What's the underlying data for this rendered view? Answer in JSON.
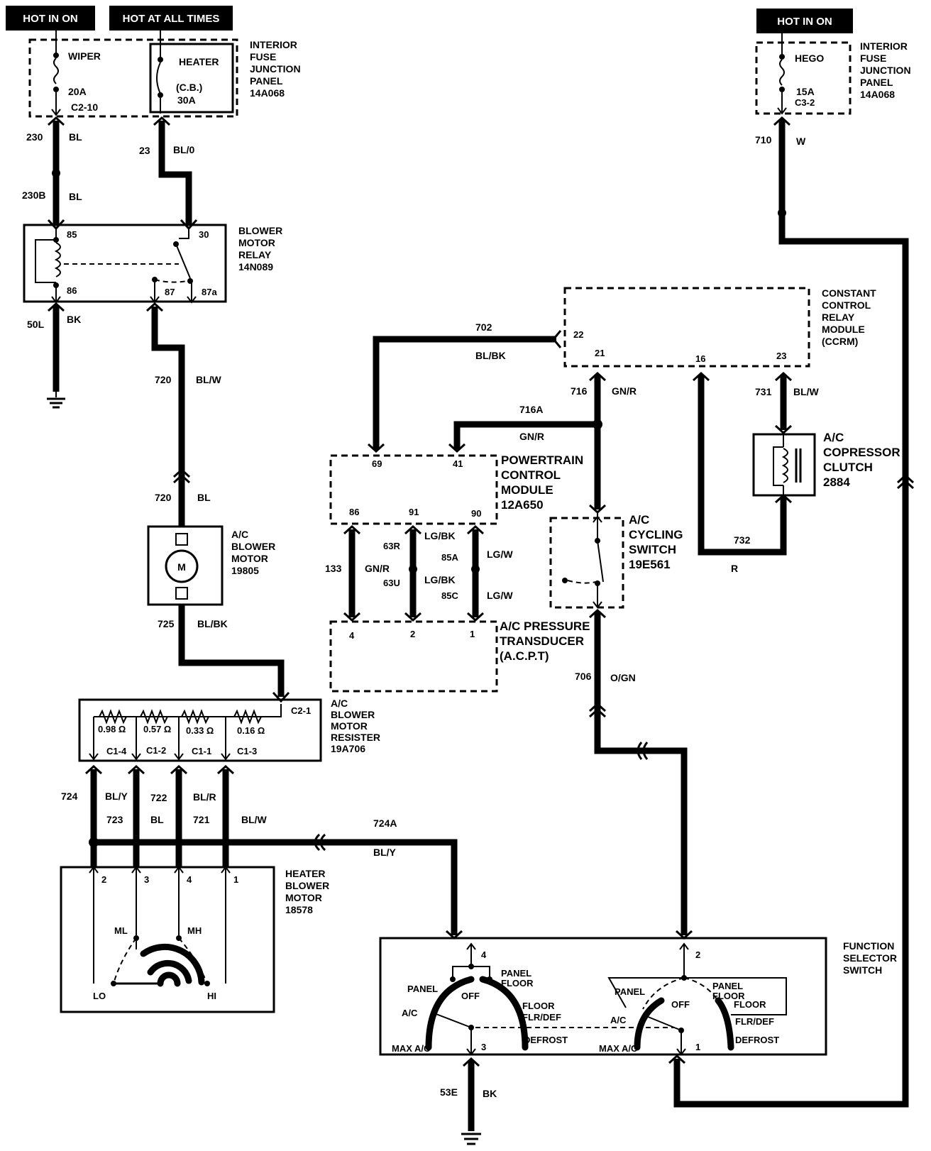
{
  "headers": {
    "hot_in_on_left": "HOT IN ON",
    "hot_at_all_times": "HOT AT ALL TIMES",
    "hot_in_on_right": "HOT IN ON"
  },
  "fuse_panel_left": {
    "lines": [
      "INTERIOR",
      "FUSE",
      "JUNCTION",
      "PANEL",
      "14A068"
    ],
    "wiper_label": "WIPER",
    "wiper_amps": "20A",
    "wiper_connector": "C2-10",
    "heater_label": "HEATER",
    "heater_cb": "(C.B.)",
    "heater_amps": "30A"
  },
  "fuse_panel_right": {
    "lines": [
      "INTERIOR",
      "FUSE",
      "JUNCTION",
      "PANEL",
      "14A068"
    ],
    "hego_label": "HEGO",
    "hego_amps": "15A",
    "hego_connector": "C3-2"
  },
  "blower_relay": {
    "lines": [
      "BLOWER",
      "MOTOR",
      "RELAY",
      "14N089"
    ],
    "pin85": "85",
    "pin86": "86",
    "pin30": "30",
    "pin87": "87",
    "pin87a": "87a"
  },
  "ac_blower_motor": {
    "lines": [
      "A/C",
      "BLOWER",
      "MOTOR",
      "19805"
    ],
    "symbol": "M"
  },
  "resistor": {
    "lines": [
      "A/C",
      "BLOWER",
      "MOTOR",
      "RESISTER",
      "19A706"
    ],
    "r1": "0.98 Ω",
    "r2": "0.57 Ω",
    "r3": "0.33 Ω",
    "r4": "0.16 Ω",
    "c1": "C1-4",
    "c2": "C1-2",
    "c3": "C1-1",
    "c4": "C1-3",
    "c_in": "C2-1"
  },
  "heater_blower": {
    "lines": [
      "HEATER",
      "BLOWER",
      "MOTOR",
      "18578"
    ],
    "p2": "2",
    "p3": "3",
    "p4": "4",
    "p1": "1",
    "ml": "ML",
    "mh": "MH",
    "lo": "LO",
    "hi": "HI"
  },
  "ccrm": {
    "lines": [
      "CONSTANT",
      "CONTROL",
      "RELAY",
      "MODULE",
      "(CCRM)"
    ],
    "p22": "22",
    "p21": "21",
    "p16": "16",
    "p23": "23"
  },
  "pcm": {
    "lines": [
      "POWERTRAIN",
      "CONTROL",
      "MODULE",
      "12A650"
    ],
    "p69": "69",
    "p41": "41",
    "p86": "86",
    "p91": "91",
    "p90": "90"
  },
  "acpt": {
    "lines": [
      "A/C PRESSURE",
      "TRANSDUCER",
      "(A.C.P.T)"
    ],
    "p4": "4",
    "p2": "2",
    "p1": "1"
  },
  "cycling_switch": {
    "lines": [
      "A/C",
      "CYCLING",
      "SWITCH",
      "19E561"
    ]
  },
  "clutch": {
    "lines": [
      "A/C",
      "COPRESSOR",
      "CLUTCH",
      "2884"
    ]
  },
  "fss": {
    "lines": [
      "FUNCTION",
      "SELECTOR",
      "SWITCH"
    ],
    "p4": "4",
    "p3": "3",
    "p2": "2",
    "p1": "1",
    "left": {
      "panel": "PANEL",
      "panel_floor_1": "PANEL",
      "panel_floor_2": "FLOOR",
      "off": "OFF",
      "floor": "FLOOR",
      "flrdef": "FLR/DEF",
      "ac": "A/C",
      "max_ac": "MAX A/C",
      "defrost": "DEFROST"
    },
    "right": {
      "panel": "PANEL",
      "panel_floor_1": "PANEL",
      "panel_floor_2": "FLOOR",
      "off": "OFF",
      "floor": "FLOOR",
      "flrdef": "FLR/DEF",
      "ac": "A/C",
      "max_ac": "MAX A/C",
      "defrost": "DEFROST"
    }
  },
  "wires": {
    "w230": "230",
    "w230_color": "BL",
    "w23": "23",
    "w23_color": "BL/0",
    "w230b": "230B",
    "w230b_color": "BL",
    "w50l": "50L",
    "w50l_color": "BK",
    "w720a": "720",
    "w720a_color": "BL/W",
    "w720b": "720",
    "w720b_color": "BL",
    "w725": "725",
    "w725_color": "BL/BK",
    "w724": "724",
    "w724_color": "BL/Y",
    "w722": "722",
    "w723": "723",
    "w723_color": "BL",
    "w721": "721",
    "w721_color": "BL/R",
    "w_blw": "BL/W",
    "w724a": "724A",
    "w724a_color": "BL/Y",
    "w702": "702",
    "w702_color": "BL/BK",
    "w716": "716",
    "w716_color": "GN/R",
    "w716a": "716A",
    "w716a_color": "GN/R",
    "w731": "731",
    "w731_color": "BL/W",
    "w732": "732",
    "w732_color": "R",
    "w710": "710",
    "w710_color": "W",
    "w133": "133",
    "w133_color": "GN/R",
    "w63r": "63R",
    "w63u": "63U",
    "w85a": "85A",
    "w85c": "85C",
    "lgbk1": "LG/BK",
    "lgbk2": "LG/BK",
    "lgw1": "LG/W",
    "lgw2": "LG/W",
    "w706": "706",
    "w706_color": "O/GN",
    "w53e": "53E",
    "w53e_color": "BK"
  }
}
